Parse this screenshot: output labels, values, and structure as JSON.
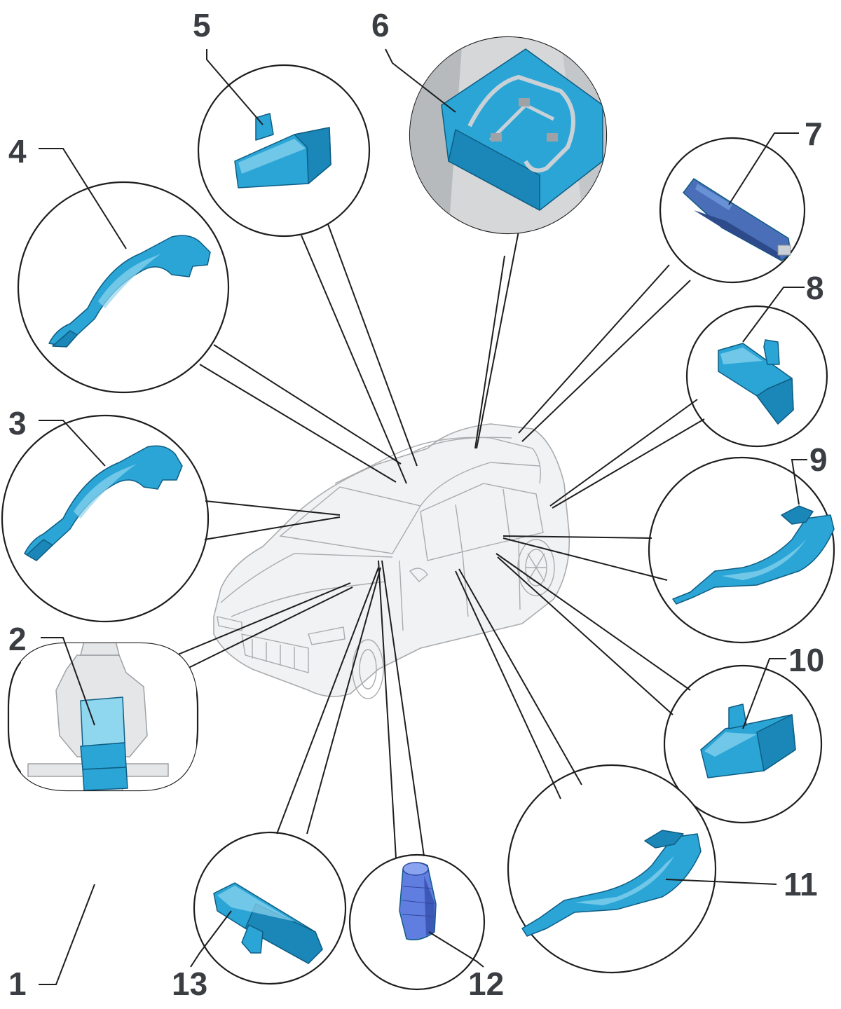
{
  "diagram": {
    "colors": {
      "part_fill": "#2aa5d6",
      "part_shade": "#1b86b8",
      "part_highlight": "#8fd6ef",
      "antenna_fill": "#4a6fb8",
      "sensor_fill": "#5f7ee0",
      "label_color": "#3a3d42",
      "line_color": "#1e1e1e",
      "car_line": "#a9acaf"
    },
    "callouts": [
      {
        "id": "1",
        "label": "1",
        "icon": "steering-column-lock-icon"
      },
      {
        "id": "2",
        "label": "2",
        "icon": "lock-actuator-icon"
      },
      {
        "id": "3",
        "label": "3",
        "icon": "door-handle-icon"
      },
      {
        "id": "4",
        "label": "4",
        "icon": "door-handle-icon"
      },
      {
        "id": "5",
        "label": "5",
        "icon": "antenna-module-icon"
      },
      {
        "id": "6",
        "label": "6",
        "icon": "control-unit-icon"
      },
      {
        "id": "7",
        "label": "7",
        "icon": "bar-antenna-icon"
      },
      {
        "id": "8",
        "label": "8",
        "icon": "antenna-module-icon"
      },
      {
        "id": "9",
        "label": "9",
        "icon": "door-handle-icon"
      },
      {
        "id": "10",
        "label": "10",
        "icon": "antenna-module-icon"
      },
      {
        "id": "11",
        "label": "11",
        "icon": "door-handle-icon"
      },
      {
        "id": "12",
        "label": "12",
        "icon": "sensor-icon"
      },
      {
        "id": "13",
        "label": "13",
        "icon": "antenna-module-icon"
      }
    ]
  }
}
